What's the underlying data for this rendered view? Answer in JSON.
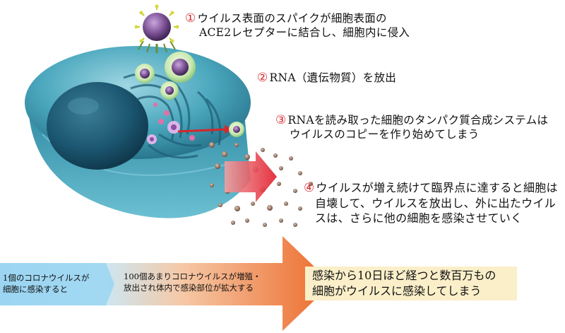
{
  "steps": [
    {
      "num": "①",
      "lines": [
        "ウイルス表面のスパイクが細胞表面の",
        "ACE2レセプターに結合し、細胞内に侵入"
      ]
    },
    {
      "num": "②",
      "lines": [
        "RNA（遺伝物質）を放出"
      ]
    },
    {
      "num": "③",
      "lines": [
        "RNAを読み取った細胞のタンパク質合成システムは",
        "ウイルスのコピーを作り始めてしまう"
      ]
    },
    {
      "num": "④",
      "lines": [
        "ウイルスが増え続けて臨界点に達すると細胞は",
        "自壊して、ウイルスを放出し、外に出たウイル",
        "スは、さらに他の細胞を感染させていく"
      ]
    }
  ],
  "progression": {
    "stage1": [
      "1個のコロナウイルスが",
      "細胞に感染すると"
    ],
    "stage2": [
      "100個あまりコロナウイルスが増殖・",
      "放出され体内で感染部位が拡大する"
    ],
    "result": [
      "感染から10日ほど経つと数百万もの",
      "細胞がウイルスに感染してしまう"
    ]
  },
  "colors": {
    "number_red": "#d4262b",
    "cell_teal": "#3c9db3",
    "nucleus": "#17495e",
    "virus_purple": "#7a4f92",
    "arrow_blue": "#8fd1ef",
    "arrow_orange": "#ef7b38",
    "result_bg": "#fbefc9"
  }
}
